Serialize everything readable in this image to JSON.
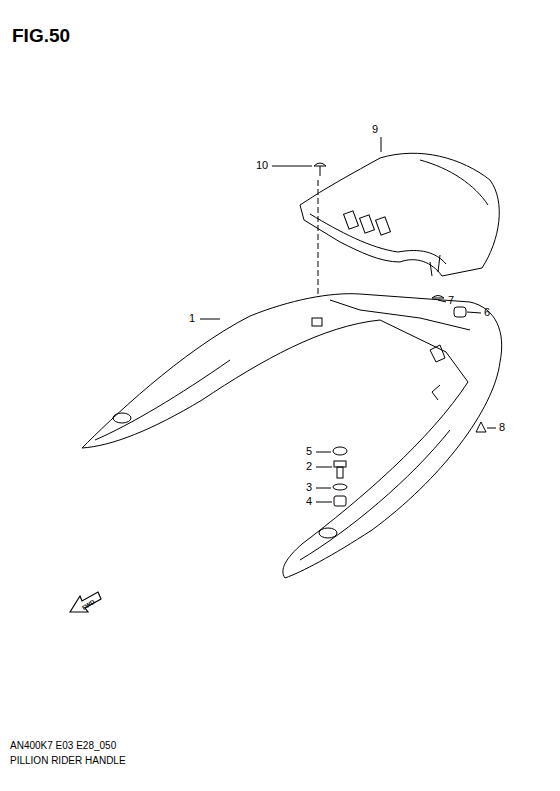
{
  "diagram": {
    "title": "FIG.50",
    "labels": [
      "9",
      "10",
      "1",
      "7",
      "6",
      "8",
      "5",
      "2",
      "3",
      "4",
      "FWD",
      "AN400K7 E03 E28_050",
      "PILLION RIDER HANDLE"
    ]
  }
}
